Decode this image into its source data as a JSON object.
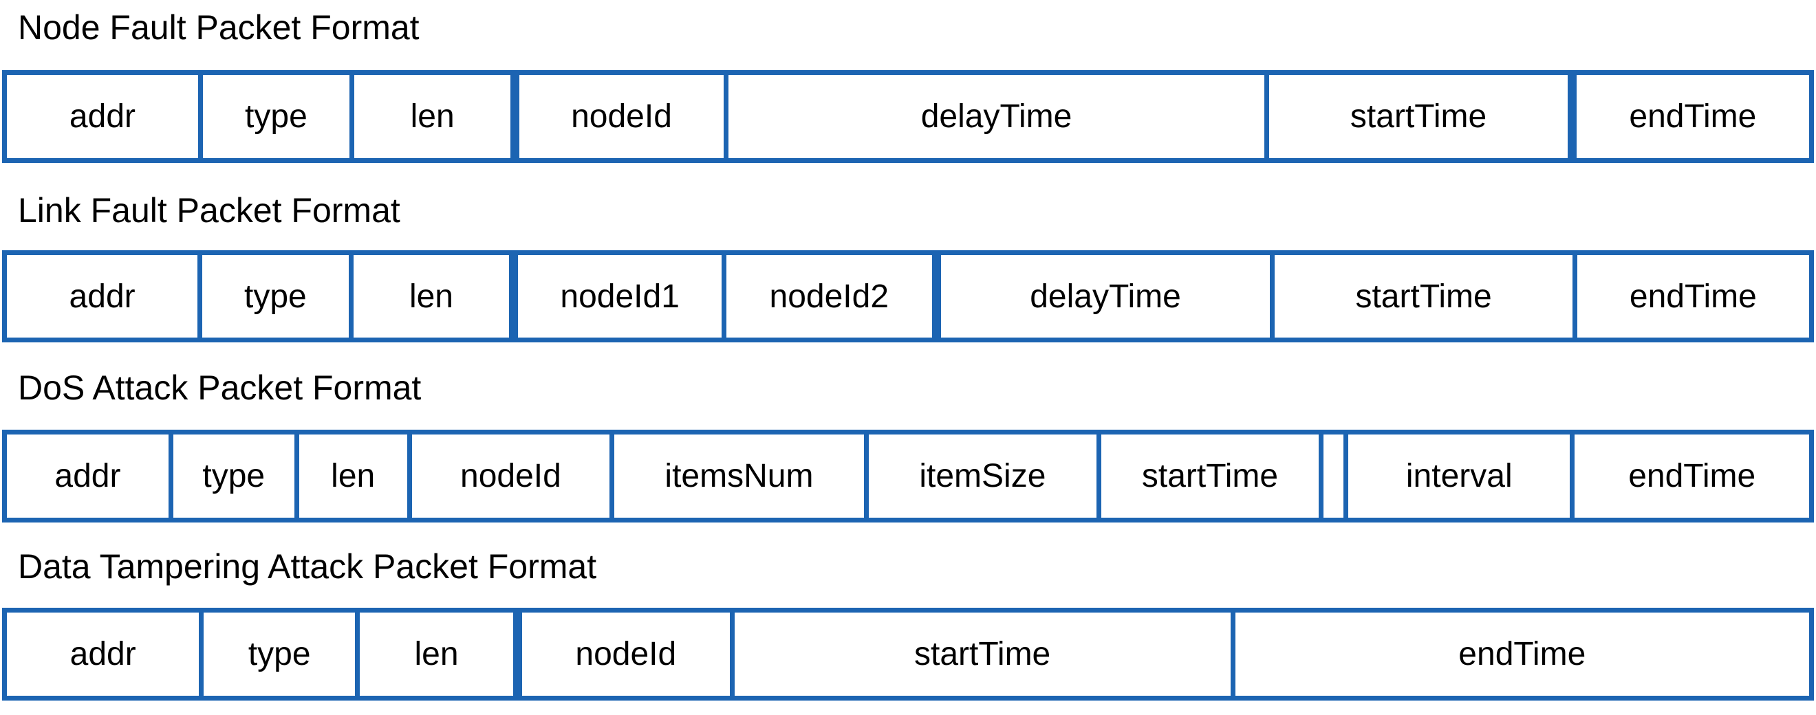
{
  "colors": {
    "border": "#1C64B2",
    "text": "#000000"
  },
  "sections": [
    {
      "title": "Node Fault Packet Format",
      "fields": [
        {
          "label": "addr",
          "w": 10.83,
          "divider": "none"
        },
        {
          "label": "type",
          "w": 8.3,
          "divider": "normal"
        },
        {
          "label": "len",
          "w": 8.86,
          "divider": "normal"
        },
        {
          "label": "nodeId",
          "w": 11.55,
          "divider": "thick"
        },
        {
          "label": "delayTime",
          "w": 30.38,
          "divider": "normal"
        },
        {
          "label": "startTime",
          "w": 16.89,
          "divider": "normal"
        },
        {
          "label": "endTime",
          "w": 13.18,
          "divider": "thick"
        }
      ]
    },
    {
      "title": "Link Fault Packet Format",
      "fields": [
        {
          "label": "addr",
          "w": 10.83,
          "divider": "none"
        },
        {
          "label": "type",
          "w": 8.3,
          "divider": "normal"
        },
        {
          "label": "len",
          "w": 8.86,
          "divider": "normal"
        },
        {
          "label": "nodeId1",
          "w": 11.55,
          "divider": "thick"
        },
        {
          "label": "nodeId2",
          "w": 11.67,
          "divider": "normal"
        },
        {
          "label": "delayTime",
          "w": 18.71,
          "divider": "thick"
        },
        {
          "label": "startTime",
          "w": 16.89,
          "divider": "normal"
        },
        {
          "label": "endTime",
          "w": 13.18,
          "divider": "normal"
        }
      ]
    },
    {
      "title": "DoS Attack Packet Format",
      "fields": [
        {
          "label": "addr",
          "w": 9.17,
          "divider": "none"
        },
        {
          "label": "type",
          "w": 6.86,
          "divider": "normal"
        },
        {
          "label": "len",
          "w": 6.14,
          "divider": "normal"
        },
        {
          "label": "nodeId",
          "w": 11.21,
          "divider": "normal"
        },
        {
          "label": "itemsNum",
          "w": 14.17,
          "divider": "normal"
        },
        {
          "label": "itemSize",
          "w": 12.92,
          "divider": "normal"
        },
        {
          "label": "startTime",
          "w": 12.35,
          "divider": "normal"
        },
        {
          "label": "interval",
          "w": 12.58,
          "divider": "double-lg"
        },
        {
          "label": "endTime",
          "w": 13.3,
          "divider": "normal"
        }
      ]
    },
    {
      "title": "Data Tampering Attack Packet Format",
      "fields": [
        {
          "label": "addr",
          "w": 10.83,
          "divider": "none"
        },
        {
          "label": "type",
          "w": 8.52,
          "divider": "normal"
        },
        {
          "label": "len",
          "w": 8.64,
          "divider": "normal"
        },
        {
          "label": "nodeId",
          "w": 11.7,
          "divider": "thick"
        },
        {
          "label": "startTime",
          "w": 27.95,
          "divider": "normal"
        },
        {
          "label": "endTime",
          "w": 32.35,
          "divider": "normal"
        }
      ]
    }
  ]
}
